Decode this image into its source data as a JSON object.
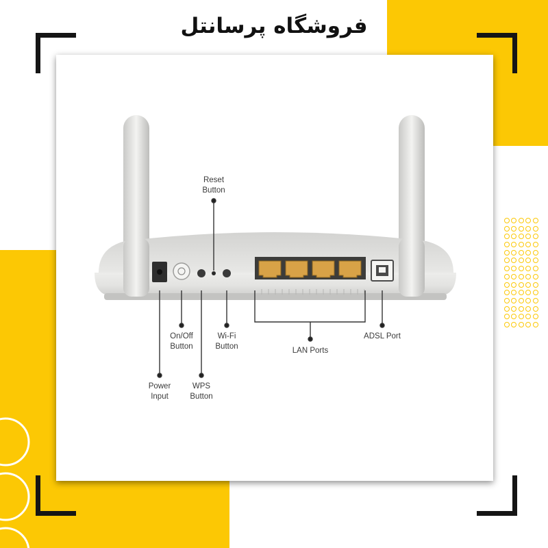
{
  "store": {
    "title": "فروشگاه پرسانتل"
  },
  "photo": {
    "labels": {
      "reset_l1": "Reset",
      "reset_l2": "Button",
      "onoff_l1": "On/Off",
      "onoff_l2": "Button",
      "wifi_l1": "Wi-Fi",
      "wifi_l2": "Button",
      "lan": "LAN Ports",
      "adsl": "ADSL Port",
      "power_l1": "Power",
      "power_l2": "Input",
      "wps_l1": "WPS",
      "wps_l2": "Button"
    }
  },
  "colors": {
    "accent": "#fcc804",
    "frame": "#151515",
    "port_gold": "#d8a247",
    "router_body": "#e6e6e4"
  },
  "icons": [
    "corner-bracket-icon",
    "dot-grid-icon",
    "ring-pattern-icon"
  ]
}
